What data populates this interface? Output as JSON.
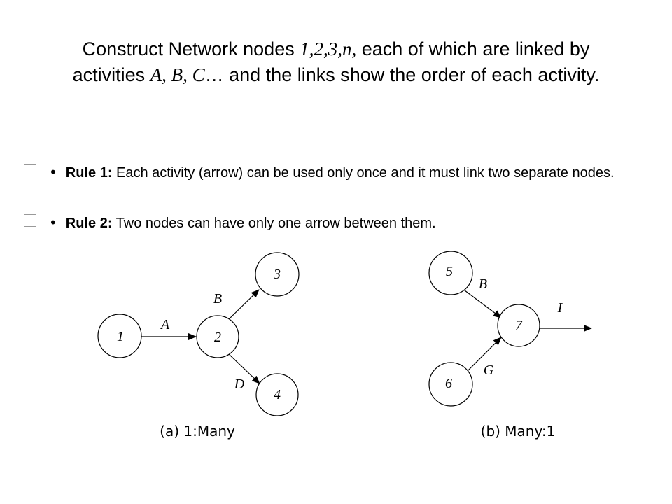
{
  "title": {
    "part1": "Construct Network nodes ",
    "nodes_italic": "1,2,3,n,",
    "part2": " each of which are linked by activities ",
    "activities_italic": "A, B, C",
    "part3": "… and the links show the order of each activity."
  },
  "rules": [
    {
      "bullet": "•",
      "label": "Rule 1:",
      "text": " Each activity (arrow) can be used only once and it must link two separate nodes."
    },
    {
      "bullet": "•",
      "label": "Rule 2:",
      "text": " Two nodes can have only one arrow between them."
    }
  ],
  "diagram_a": {
    "caption": "(a) 1:Many",
    "nodes": [
      "1",
      "2",
      "3",
      "4"
    ],
    "edges": [
      "A",
      "B",
      "D"
    ]
  },
  "diagram_b": {
    "caption": "(b) Many:1",
    "nodes": [
      "5",
      "6",
      "7"
    ],
    "edges": [
      "B",
      "G",
      "I"
    ]
  }
}
